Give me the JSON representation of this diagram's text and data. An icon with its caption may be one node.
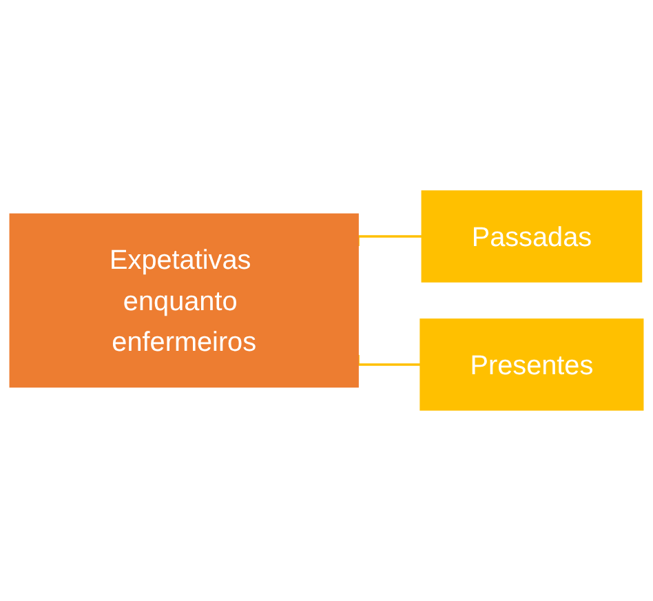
{
  "diagram": {
    "nodes": [
      {
        "text": [
          "Expetativas enquanto enfermeiros"
        ]
      },
      {
        "text": [
          "Passadas"
        ]
      },
      {
        "text": [
          "Presentes"
        ]
      }
    ],
    "edges": [
      {
        "from": 0,
        "to": 1,
        "arrow": "none"
      },
      {
        "from": 0,
        "to": 2,
        "arrow": "none"
      }
    ]
  }
}
